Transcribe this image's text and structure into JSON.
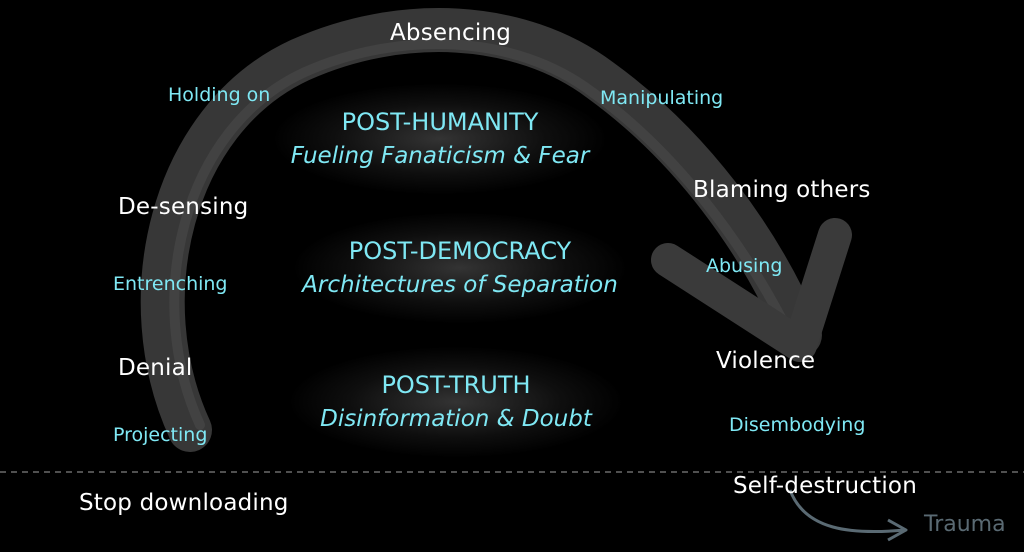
{
  "arc_color": "#3a3a3a",
  "divider_color": "#6a6a6a",
  "stages": {
    "absencing": "Absencing",
    "de_sensing": "De-sensing",
    "denial": "Denial",
    "stop_downloading": "Stop downloading",
    "blaming_others": "Blaming others",
    "violence": "Violence",
    "self_destruction": "Self-destruction",
    "trauma": "Trauma"
  },
  "mechanisms": {
    "holding_on": "Holding on",
    "entrenching": "Entrenching",
    "projecting": "Projecting",
    "manipulating": "Manipulating",
    "abusing": "Abusing",
    "disembodying": "Disembodying"
  },
  "blocks": {
    "post_humanity": {
      "title": "POST-HUMANITY",
      "subtitle": "Fueling Fanaticism & Fear"
    },
    "post_democracy": {
      "title": "POST-DEMOCRACY",
      "subtitle": "Architectures of Separation"
    },
    "post_truth": {
      "title": "POST-TRUTH",
      "subtitle": "Disinformation & Doubt"
    }
  }
}
